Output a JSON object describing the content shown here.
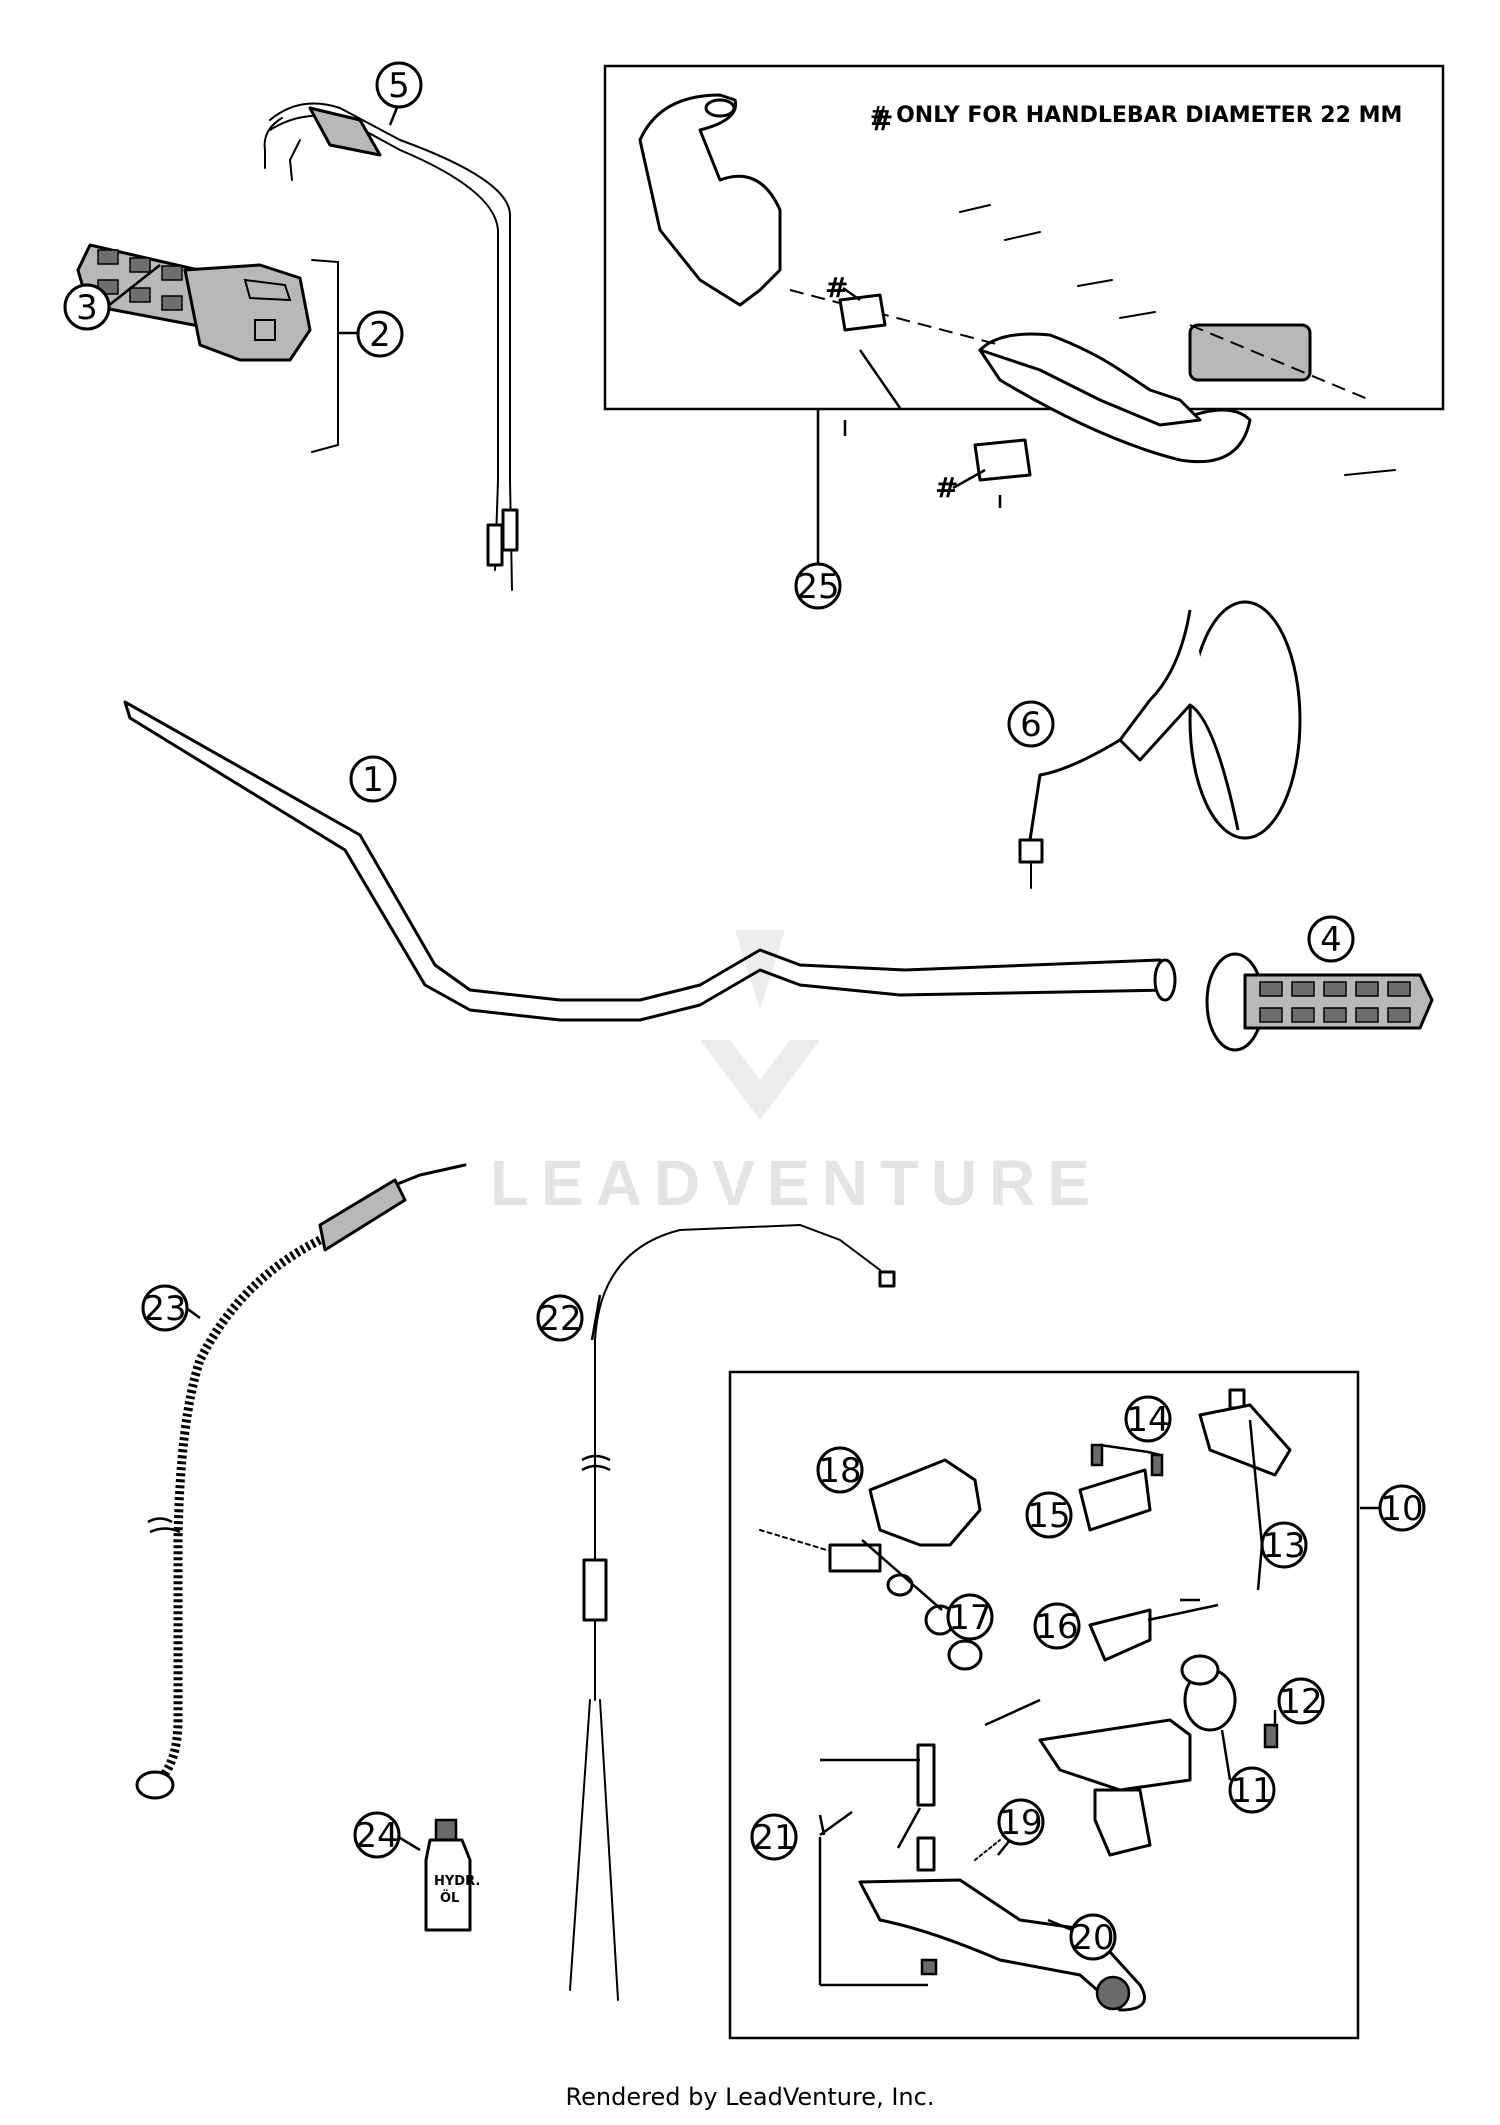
{
  "note": "#  ONLY FOR HANDLEBAR DIAMETER 22 MM",
  "hash_mark": "#",
  "watermark": "LEADVENTURE",
  "footer": "Rendered by LeadVenture, Inc.",
  "callouts": {
    "c1": "1",
    "c2": "2",
    "c3": "3",
    "c4": "4",
    "c5": "5",
    "c6": "6",
    "c10": "10",
    "c11": "11",
    "c12": "12",
    "c13": "13",
    "c14": "14",
    "c15": "15",
    "c16": "16",
    "c17": "17",
    "c18": "18",
    "c19": "19",
    "c20": "20",
    "c21": "21",
    "c22": "22",
    "c23": "23",
    "c24": "24",
    "c25": "25"
  },
  "bottle_label": [
    "HYDR.",
    "ÖL"
  ]
}
